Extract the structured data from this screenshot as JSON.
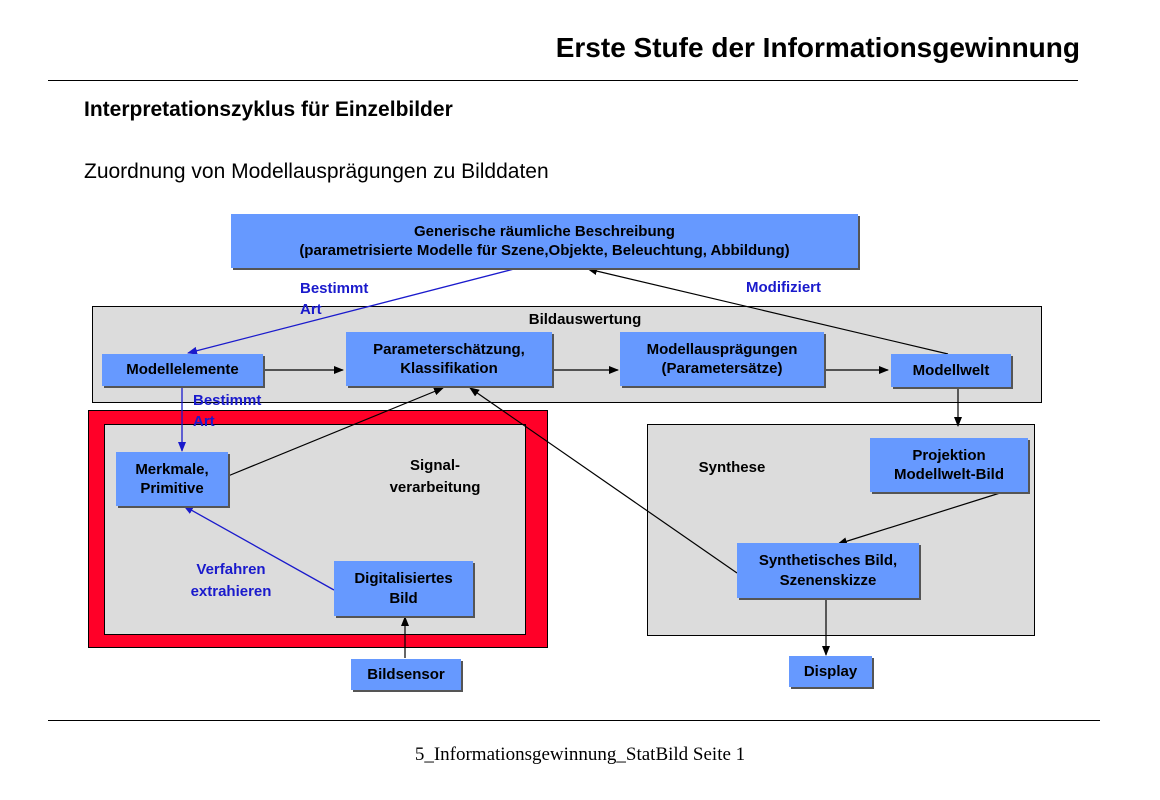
{
  "header": {
    "title": "Erste Stufe der Informationsgewinnung",
    "subtitle": "Interpretationszyklus für Einzelbilder",
    "subline": "Zuordnung von Modellausprägungen zu Bilddaten"
  },
  "diagram": {
    "generic": "Generische räumliche Beschreibung\n(parametrisierte Modelle für Szene,Objekte, Beleuchtung, Abbildung)",
    "bildauswertung_label": "Bildauswertung",
    "modellelemente": "Modellelemente",
    "parameterschaetzung": "Parameterschätzung,\nKlassifikation",
    "modellauspraegungen": "Modellausprägungen\n(Parametersätze)",
    "modellwelt": "Modellwelt",
    "merkmale": "Merkmale,\nPrimitive",
    "signal_label": "Signal-\nverarbeitung",
    "digitalisiertes": "Digitalisiertes\nBild",
    "bildsensor": "Bildsensor",
    "synthese_label": "Synthese",
    "projektion": "Projektion\nModellwelt-Bild",
    "synthetisches": "Synthetisches Bild,\nSzenenskizze",
    "display": "Display",
    "bestimmt_art_1": "Bestimmt\nArt",
    "bestimmt_art_2": "Bestimmt\nArt",
    "modifiziert": "Modifiziert",
    "verfahren": "Verfahren\nextrahieren"
  },
  "footer": {
    "text": "5_Informationsgewinnung_StatBild Seite 1"
  },
  "colors": {
    "box_fill": "#6699ff",
    "panel_fill": "#dcdcdc",
    "frame_red": "#ff0028",
    "annotation_blue": "#1a1acc"
  }
}
